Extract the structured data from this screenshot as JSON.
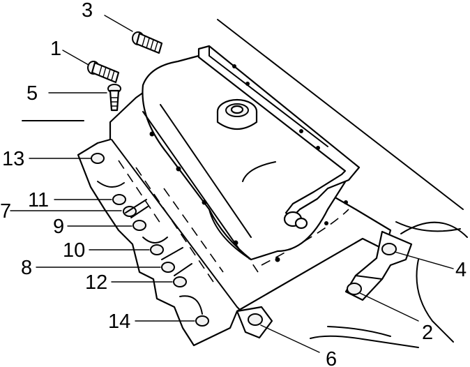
{
  "callouts": [
    {
      "id": "c1",
      "label": "1"
    },
    {
      "id": "c2",
      "label": "2"
    },
    {
      "id": "c3",
      "label": "3"
    },
    {
      "id": "c4",
      "label": "4"
    },
    {
      "id": "c5",
      "label": "5"
    },
    {
      "id": "c6",
      "label": "6"
    },
    {
      "id": "c7",
      "label": "7"
    },
    {
      "id": "c8",
      "label": "8"
    },
    {
      "id": "c9",
      "label": "9"
    },
    {
      "id": "c10",
      "label": "10"
    },
    {
      "id": "c11",
      "label": "11"
    },
    {
      "id": "c12",
      "label": "12"
    },
    {
      "id": "c13",
      "label": "13"
    },
    {
      "id": "c14",
      "label": "14"
    }
  ]
}
